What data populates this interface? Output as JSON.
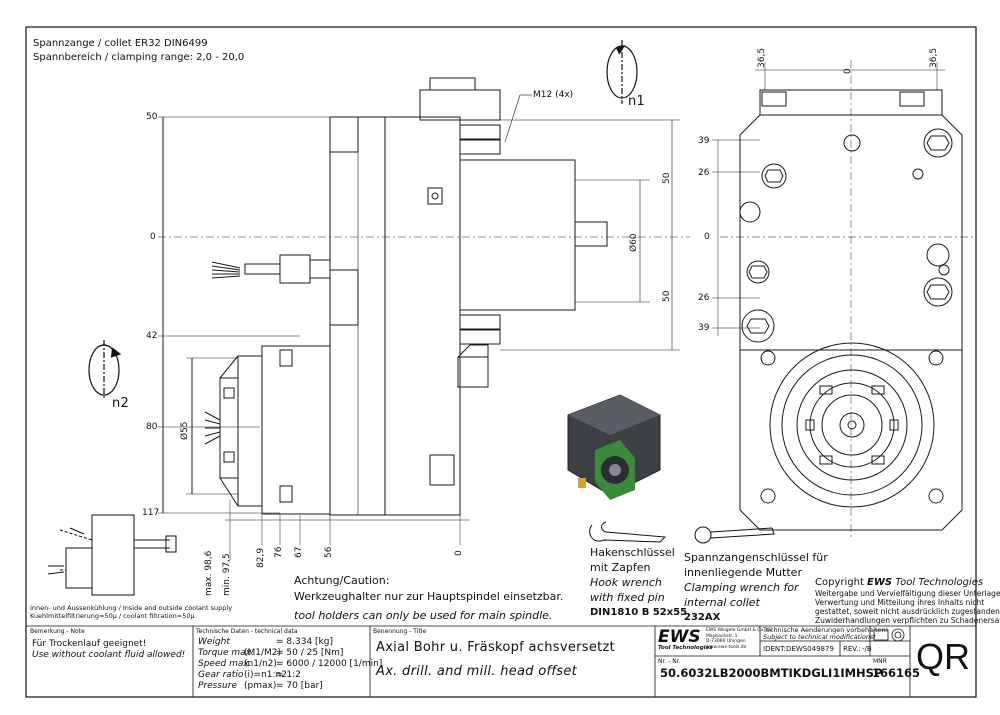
{
  "header": {
    "collet_line": "Spannzange / collet   ER32   DIN6499",
    "range_line": "Spannbereich / clamping range: 2,0 - 20,0"
  },
  "callouts": {
    "m12": "M12 (4x)",
    "n1": "n1",
    "n2": "n2",
    "dia60": "Ø60",
    "dia55": "Ø55"
  },
  "side_dims": {
    "d50": "50",
    "d0": "0",
    "d42": "42",
    "d80": "80",
    "d117": "117"
  },
  "bottom_dims": {
    "max": "max. 98,6",
    "min": "min. 97,5",
    "d82_9": "82,9",
    "d76": "76",
    "d67": "67",
    "d56": "56",
    "d0": "0"
  },
  "right_dims": {
    "r50a": "50",
    "r50b": "50",
    "top36a": "36,5",
    "top0": "0",
    "top36b": "36,5",
    "r39a": "39",
    "r26a": "26",
    "r0": "0",
    "r26b": "26",
    "r39b": "39"
  },
  "caution": {
    "label": "Achtung/Caution:",
    "de": "Werkzeughalter nur zur Hauptspindel einsetzbar.",
    "en": "tool holders can only be used for main spindle."
  },
  "hook_wrench": {
    "de1": "Hakenschlüssel",
    "de2": "mit Zapfen",
    "en1": "Hook wrench",
    "en2": "with fixed pin",
    "code": "DIN1810 B 52x55"
  },
  "clamp_wrench": {
    "de1": "Spannzangenschlüssel für",
    "de2": "innenliegende Mutter",
    "en1": "Clamping wrench for",
    "en2": "internal collet",
    "code": "232AX"
  },
  "copyright": {
    "title_a": "Copyright ",
    "title_b": "EWS",
    "title_c": " Tool Technologies",
    "l1": "Weitergabe und Vervielfältigung dieser Unterlage,",
    "l2": "Verwertung und Mitteilung ihres Inhalts nicht",
    "l3": "gestattet, soweit nicht ausdrücklich zugestanden.",
    "l4": "Zuwiderhandlungen verpflichten zu Schadenersatz."
  },
  "coolant_note": "Innen- und Aussenkühlung / Inside and outside coolant supply",
  "filter_note": "Kuehlmittelfiltrierung=50µ / coolant filtration=50µ",
  "title_block": {
    "remark_hdr": "Bemerkung - Note",
    "remark_de": "Für Trockenlauf geeignet!",
    "remark_en": "Use without coolant fluid allowed!",
    "tech_hdr": "Technische Daten - technical data",
    "tech_rows": [
      {
        "label": "Weight",
        "sym": "",
        "val": "= 8.334 [kg]"
      },
      {
        "label": "Torque max.",
        "sym": "(M1/M2)",
        "val": "= 50 / 25 [Nm]"
      },
      {
        "label": "Speed max.",
        "sym": "(n1/n2)",
        "val": "= 6000 / 12000 [1/min]"
      },
      {
        "label": "Gear ratio",
        "sym": "(i)=n1:n2",
        "val": "= 1:2"
      },
      {
        "label": "Pressure",
        "sym": "(pmax)",
        "val": "= 70 [bar]"
      }
    ],
    "title_hdr": "Benennung - Title",
    "title_de": "Axial Bohr u. Fräskopf achsversetzt",
    "title_en": "Ax. drill. and mill. head offset",
    "logo": "EWS",
    "logo_sub": "Tool Technologies",
    "company_l1": "EWS Weigele GmbH & Co. KG",
    "company_l2": "Maybachstr. 1",
    "company_l3": "D-73066 Uhingen",
    "company_l4": "www.ews-tools.de",
    "changes_de": "Technische Aenderungen vorbehalten!",
    "changes_en": "Subject to technical modifications!",
    "ident_label": "IDENT:",
    "ident_value": "DEWS049879",
    "rev_label": "REV.:",
    "rev_value": "-/B",
    "nr_hdr": "Nr. - Nr.",
    "part_number": "50.6032LB2000BMTIKDGLI1IMHSP",
    "mnr_hdr": "MNR",
    "mnr_value": "166165",
    "qr": "QR"
  },
  "colors": {
    "line": "#1a1a1a",
    "green_part": "#3a8a3a",
    "dark_part": "#3c3f44"
  }
}
